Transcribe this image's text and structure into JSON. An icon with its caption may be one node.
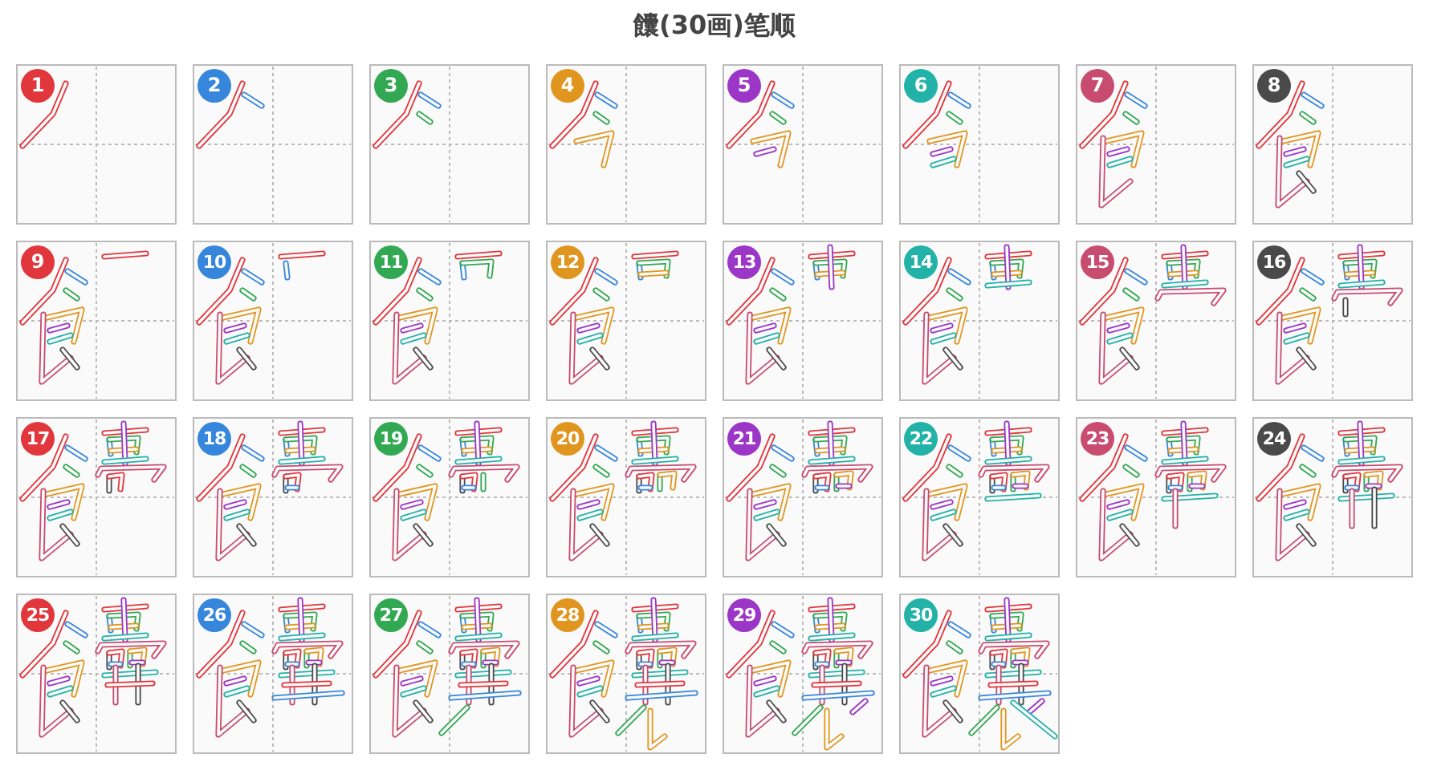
{
  "diagram": {
    "title": "饢(30画)笔顺",
    "nodes": [
      {
        "text": [
          "1"
        ]
      },
      {
        "text": [
          "2"
        ]
      },
      {
        "text": [
          "3"
        ]
      },
      {
        "text": [
          "4"
        ]
      },
      {
        "text": [
          "5"
        ]
      },
      {
        "text": [
          "6"
        ]
      },
      {
        "text": [
          "7"
        ]
      },
      {
        "text": [
          "8"
        ]
      },
      {
        "text": [
          "9"
        ]
      },
      {
        "text": [
          "10"
        ]
      },
      {
        "text": [
          "11"
        ]
      },
      {
        "text": [
          "12"
        ]
      },
      {
        "text": [
          "13"
        ]
      },
      {
        "text": [
          "14"
        ]
      },
      {
        "text": [
          "15"
        ]
      },
      {
        "text": [
          "16"
        ]
      },
      {
        "text": [
          "17"
        ]
      },
      {
        "text": [
          "18"
        ]
      },
      {
        "text": [
          "19"
        ]
      },
      {
        "text": [
          "20"
        ]
      },
      {
        "text": [
          "21"
        ]
      },
      {
        "text": [
          "22"
        ]
      },
      {
        "text": [
          "23"
        ]
      },
      {
        "text": [
          "24"
        ]
      },
      {
        "text": [
          "25"
        ]
      },
      {
        "text": [
          "26"
        ]
      },
      {
        "text": [
          "27"
        ]
      },
      {
        "text": [
          "28"
        ]
      },
      {
        "text": [
          "29"
        ]
      },
      {
        "text": [
          "30"
        ]
      }
    ]
  }
}
